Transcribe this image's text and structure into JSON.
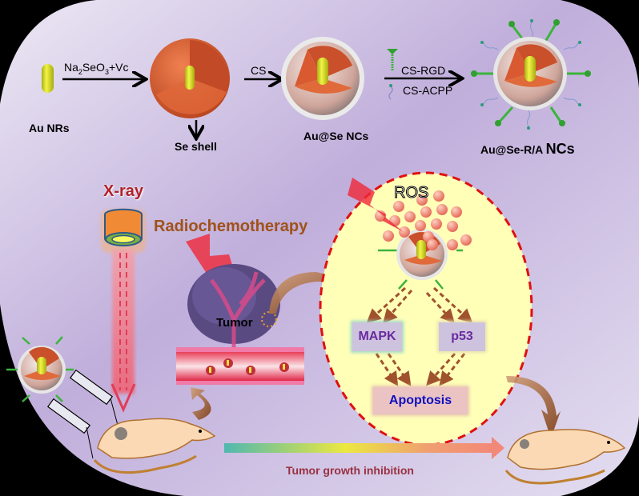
{
  "synthesis": {
    "au_nrs": "Au NRs",
    "step1_reagent": "Na",
    "step1_sub2": "2",
    "step1_mid": "SeO",
    "step1_sub3": "3",
    "step1_tail": "+Vc",
    "se_shell": "Se shell",
    "step2_reagent": "CS",
    "au_se_ncs": "Au@Se NCs",
    "step3_reagent_top": "CS-RGD",
    "step3_reagent_bottom": "CS-ACPP",
    "final_prefix": "Au@Se-R/A ",
    "final_suffix": "NCs"
  },
  "therapy": {
    "xray": "X-ray",
    "radiochemotherapy": "Radiochemotherapy",
    "tumor": "Tumor",
    "ros": "ROS",
    "mapk": "MAPK",
    "p53": "p53",
    "apoptosis": "Apoptosis",
    "inhibition": "Tumor growth inhibition"
  },
  "colors": {
    "background_light": "#e6e0f0",
    "background_dark": "#b9a6d6",
    "gold_rod": "#d8e020",
    "selenium": "#d95a30",
    "xray_label": "#b0202a",
    "radiochemo_label": "#a0521a",
    "cell_fill": "#ffffb8",
    "cell_border": "#e01010",
    "pathway_text": "#6a2aa0",
    "apoptosis_text": "#1010c0",
    "inhibition_text": "#9a3040",
    "arrow_brown": "#9a5226"
  }
}
